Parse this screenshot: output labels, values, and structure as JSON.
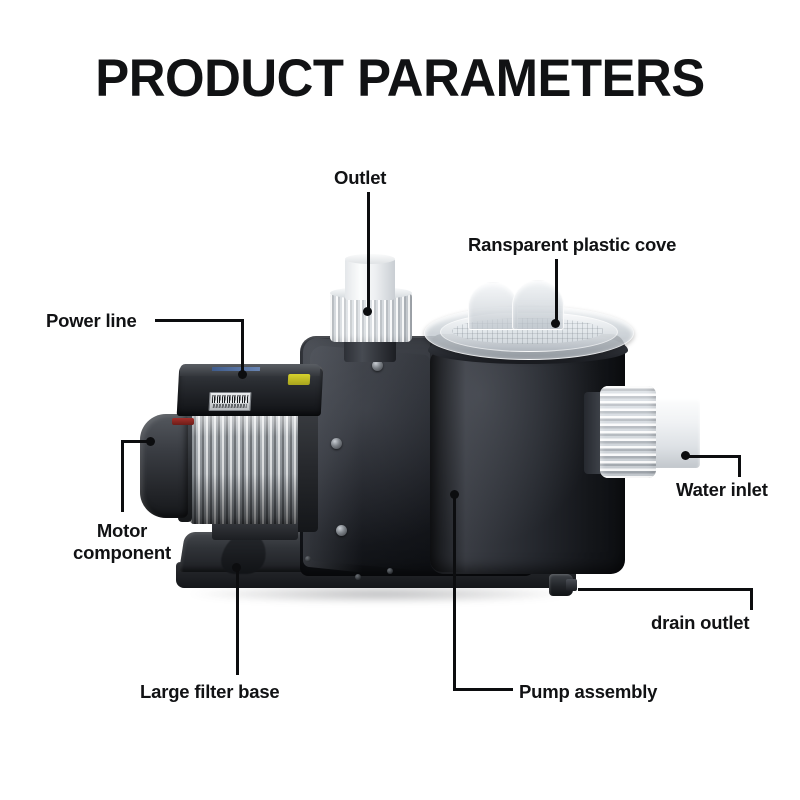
{
  "page": {
    "title": "PRODUCT PARAMETERS",
    "background_color": "#ffffff",
    "text_color": "#111214",
    "leader_color": "#0c0d0f"
  },
  "product": {
    "name": "Swimming pool water pump",
    "colors": {
      "housing": "#1a1c22",
      "motor_fins": "#b9bec2",
      "fittings": "#f0f2f4",
      "base": "#202226"
    }
  },
  "callouts": [
    {
      "id": "outlet",
      "label": "Outlet"
    },
    {
      "id": "transparent_cover",
      "label": "Ransparent plastic cove"
    },
    {
      "id": "power_line",
      "label": "Power line"
    },
    {
      "id": "motor_component",
      "label": "Motor\ncomponent",
      "line1": "Motor",
      "line2": "component"
    },
    {
      "id": "water_inlet",
      "label": "Water inlet"
    },
    {
      "id": "drain_outlet",
      "label": "drain outlet"
    },
    {
      "id": "large_filter_base",
      "label": "Large filter base"
    },
    {
      "id": "pump_assembly",
      "label": "Pump assembly"
    }
  ]
}
